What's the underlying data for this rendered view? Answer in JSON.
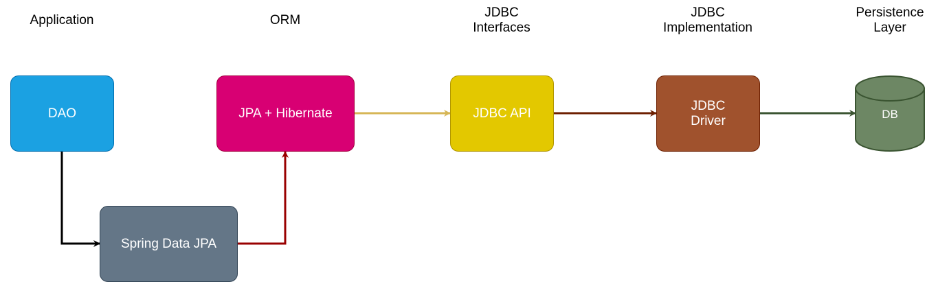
{
  "headers": {
    "application": "Application",
    "orm": "ORM",
    "jdbc_interfaces": "JDBC\nInterfaces",
    "jdbc_implementation": "JDBC\nImplementation",
    "persistence_layer": "Persistence\nLayer"
  },
  "nodes": {
    "dao": "DAO",
    "jpa_hibernate": "JPA + Hibernate",
    "jdbc_api": "JDBC API",
    "jdbc_driver": "JDBC\nDriver",
    "spring_data_jpa": "Spring Data JPA",
    "db": "DB"
  },
  "colors": {
    "dao": "#1ba1e2",
    "jpa_hibernate": "#d80073",
    "jdbc_api": "#e3c800",
    "jdbc_driver": "#a0522d",
    "spring_data_jpa": "#647687",
    "db": "#6d8764",
    "edge_dao_spring": "#000000",
    "edge_spring_jpa": "#990000",
    "edge_jpa_api": "#d6b656",
    "edge_api_driver": "#6d1f00",
    "edge_driver_db": "#3a5431"
  },
  "edges": [
    {
      "from": "DAO",
      "to": "Spring Data JPA"
    },
    {
      "from": "Spring Data JPA",
      "to": "JPA + Hibernate"
    },
    {
      "from": "JPA + Hibernate",
      "to": "JDBC API"
    },
    {
      "from": "JDBC API",
      "to": "JDBC Driver"
    },
    {
      "from": "JDBC Driver",
      "to": "DB"
    }
  ]
}
